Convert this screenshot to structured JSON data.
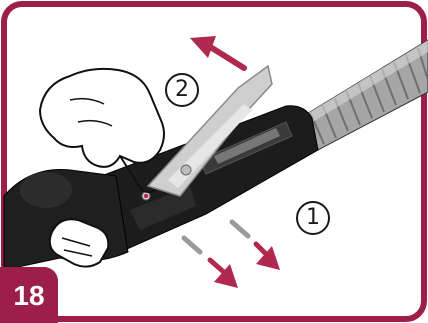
{
  "step": {
    "number": "18"
  },
  "callouts": {
    "one": "1",
    "two": "2"
  },
  "colors": {
    "frame": "#9c1e4a",
    "stock": "#1c1c1c",
    "barrel": "#9a9a9a",
    "arrow": "#b0294f",
    "hand_outline": "#111111",
    "lever": "#c8c8c8"
  },
  "icons": {
    "hand": "hand-icon",
    "arrow": "arrow-icon"
  }
}
